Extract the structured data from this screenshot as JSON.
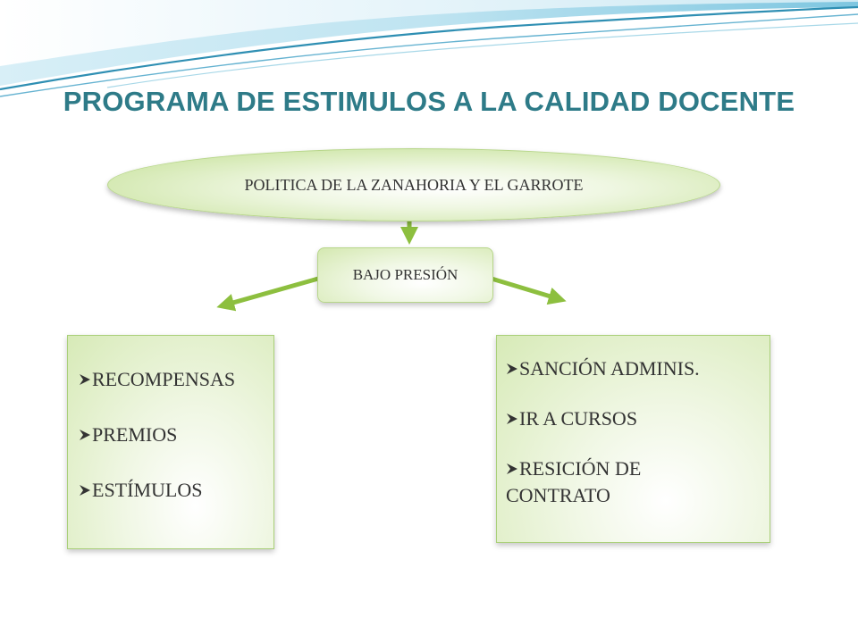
{
  "title": "PROGRAMA DE ESTIMULOS A LA CALIDAD DOCENTE",
  "root_node": {
    "text": "POLITICA DE LA ZANAHORIA Y EL GARROTE"
  },
  "middle_node": {
    "text": "BAJO PRESIÓN"
  },
  "left_box": {
    "items": [
      "RECOMPENSAS",
      "PREMIOS",
      "ESTÍMULOS"
    ]
  },
  "right_box": {
    "items": [
      "SANCIÓN ADMINIS.",
      "IR A CURSOS",
      "RESICIÓN DE CONTRATO"
    ]
  },
  "colors": {
    "title": "#2e7b88",
    "arrow": "#8dbf3f",
    "node_fill": "#cfe6a9",
    "wave_dark": "#2f8fb3",
    "wave_light": "#a8d8e8"
  },
  "icons": {
    "bullet": "arrowhead-bullet-icon"
  }
}
